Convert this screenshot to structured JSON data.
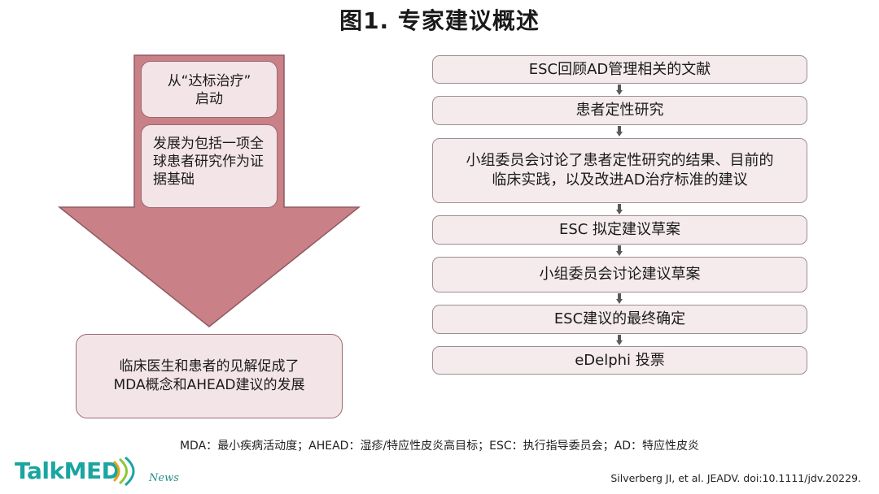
{
  "title": "图1. 专家建议概述",
  "arrow": {
    "box1": "从“达标治疗”\n启动",
    "box2": "发展为包括一项全球患者研究作为证据基础",
    "result": "临床医生和患者的见解促成了\nMDA概念和AHEAD建议的发展"
  },
  "flow_steps": [
    "ESC回顾AD管理相关的文献",
    "患者定性研究",
    "小组委员会讨论了患者定性研究的结果、目前的\n临床实践，以及改进AD治疗标准的建议",
    "ESC 拟定建议草案",
    "小组委员会讨论建议草案",
    "ESC建议的最终确定",
    "eDelphi 投票"
  ],
  "footnote": "MDA：最小疾病活动度；AHEAD：湿疹/特应性皮炎高目标；ESC：执行指导委员会；AD：特应性皮炎",
  "logo": {
    "brand": "TalkMED",
    "sub": "News"
  },
  "citation": "Silverberg JI, et al. JEADV. doi:10.1111/jdv.20229.",
  "colors": {
    "arrow_fill": "#c98087",
    "box_fill": "#f3e4e7",
    "flow_fill": "#f5ebed",
    "brand": "#1aa5a0"
  }
}
